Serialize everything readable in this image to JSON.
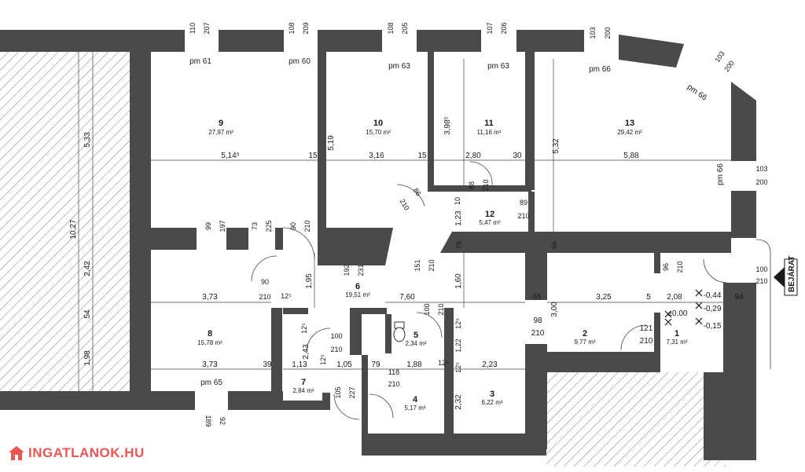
{
  "rooms": [
    {
      "id": "9",
      "area": "27,97 m²"
    },
    {
      "id": "10",
      "area": "15,70 m²"
    },
    {
      "id": "11",
      "area": "11,16 m²"
    },
    {
      "id": "12",
      "area": "5,47 m²"
    },
    {
      "id": "13",
      "area": "29,42 m²"
    },
    {
      "id": "6",
      "area": "19,51 m²"
    },
    {
      "id": "8",
      "area": "15,78 m²"
    },
    {
      "id": "7",
      "area": "2,84 m²"
    },
    {
      "id": "5",
      "area": "2,34 m²"
    },
    {
      "id": "4",
      "area": "5,17 m²"
    },
    {
      "id": "3",
      "area": "6,22 m²"
    },
    {
      "id": "2",
      "area": "9,77 m²"
    },
    {
      "id": "1",
      "area": "7,31 m²"
    }
  ],
  "dimensions": [
    "110",
    "207",
    "108",
    "209",
    "108",
    "205",
    "107",
    "206",
    "103",
    "200",
    "103",
    "200",
    "103",
    "200",
    "pm 61",
    "pm 60",
    "pm 63",
    "pm 63",
    "pm 66",
    "pm 66",
    "pm 66",
    "5,33",
    "10,27",
    "2,42",
    "54",
    "1,98",
    "5,19",
    "3,98⁵",
    "5,32",
    "5,14⁵",
    "15",
    "3,16",
    "15",
    "2,80",
    "30",
    "5,88",
    "86",
    "210",
    "10",
    "88",
    "210",
    "89",
    "210",
    "1,23",
    "99",
    "197",
    "73",
    "225",
    "90",
    "210",
    "192",
    "231",
    "151",
    "210",
    "75",
    "66",
    "96",
    "210",
    "100",
    "210",
    "90",
    "210",
    "12⁵",
    "1,95",
    "3,73",
    "7,60",
    "1,60",
    "3,25",
    "5",
    "2,08",
    "-0,44",
    "-0,29",
    "±0,00",
    "-0,15",
    "94",
    "65",
    "3,00",
    "98",
    "210",
    "121",
    "210",
    "100",
    "210",
    "12⁵",
    "2,43",
    "12⁵",
    "100",
    "210",
    "1,22",
    "12⁵",
    "3,73",
    "39",
    "1,13",
    "1,05",
    "79",
    "1,88",
    "12⁵",
    "12⁵",
    "2,23",
    "118",
    "210",
    "105",
    "227",
    "pm 65",
    "189",
    "92",
    "2,32"
  ],
  "entrance_label": "BEJÁRAT",
  "watermark": "INGATLANOK.HU",
  "colors": {
    "wall": "#4a4a4a",
    "hatch": "#7a7a7a",
    "background": "#ffffff",
    "brand": "#e53935"
  }
}
